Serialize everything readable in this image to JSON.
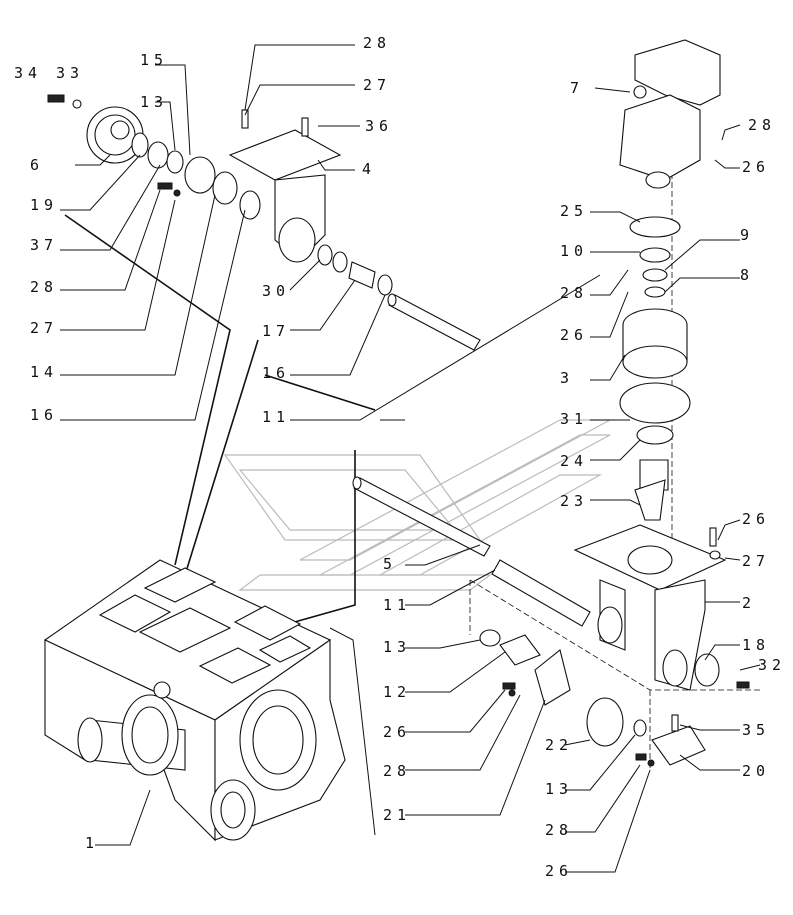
{
  "labels": [
    "34",
    "33",
    "15",
    "13",
    "6",
    "19",
    "37",
    "28",
    "27",
    "14",
    "16",
    "28",
    "27",
    "36",
    "4",
    "30",
    "17",
    "16",
    "11",
    "7",
    "28",
    "26",
    "25",
    "10",
    "9",
    "8",
    "28",
    "26",
    "3",
    "31",
    "24",
    "23",
    "26",
    "27",
    "5",
    "2",
    "11",
    "13",
    "18",
    "32",
    "12",
    "26",
    "35",
    "22",
    "20",
    "28",
    "13",
    "21",
    "28",
    "26",
    "1"
  ]
}
